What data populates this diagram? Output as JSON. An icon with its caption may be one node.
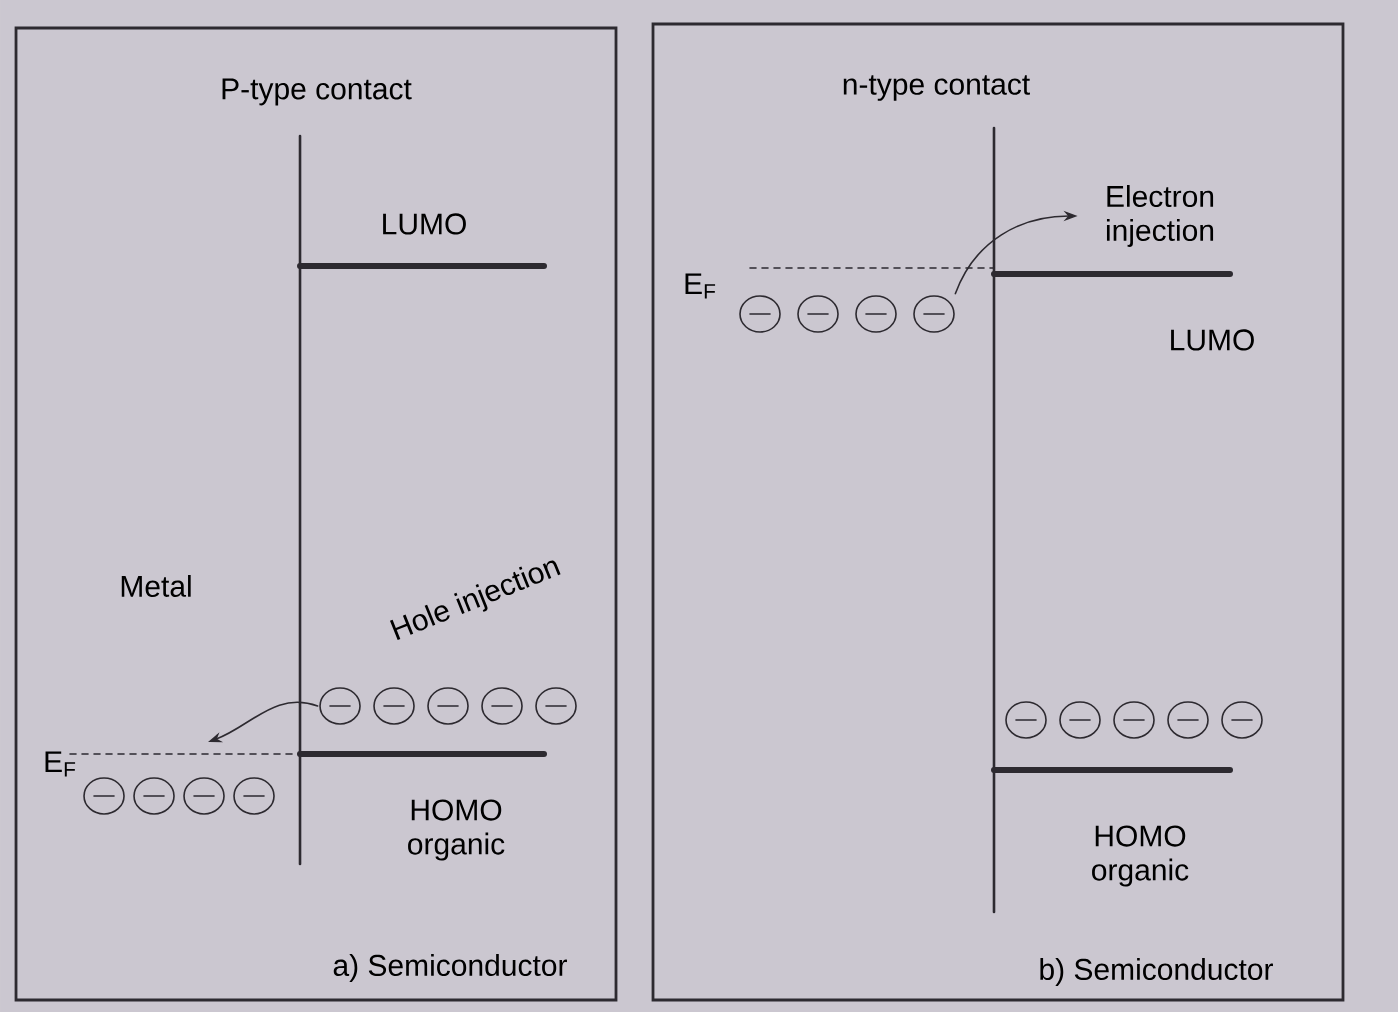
{
  "diagram": {
    "nodes": [
      {
        "text": [
          "P-type contact",
          "a) Semiconductor"
        ]
      },
      {
        "text": [],
        "shape": "circle",
        "in": 0
      },
      {
        "text": [
          "n-type contact",
          "b) Semiconductor"
        ]
      },
      {
        "text": [],
        "shape": "circle",
        "in": 2
      },
      {
        "text": [
          "Electron injection"
        ],
        "in": 2
      }
    ],
    "edges": [
      {
        "from": 1,
        "to": null,
        "arrow": "to"
      },
      {
        "from": 3,
        "to": 4,
        "arrow": "to"
      }
    ],
    "labels": [
      "LUMO",
      "Metal",
      "Hole injection",
      "E$_{F}$",
      "HOMO organic",
      "E$_{F}$",
      "LUMO",
      "HOMO organic"
    ]
  }
}
